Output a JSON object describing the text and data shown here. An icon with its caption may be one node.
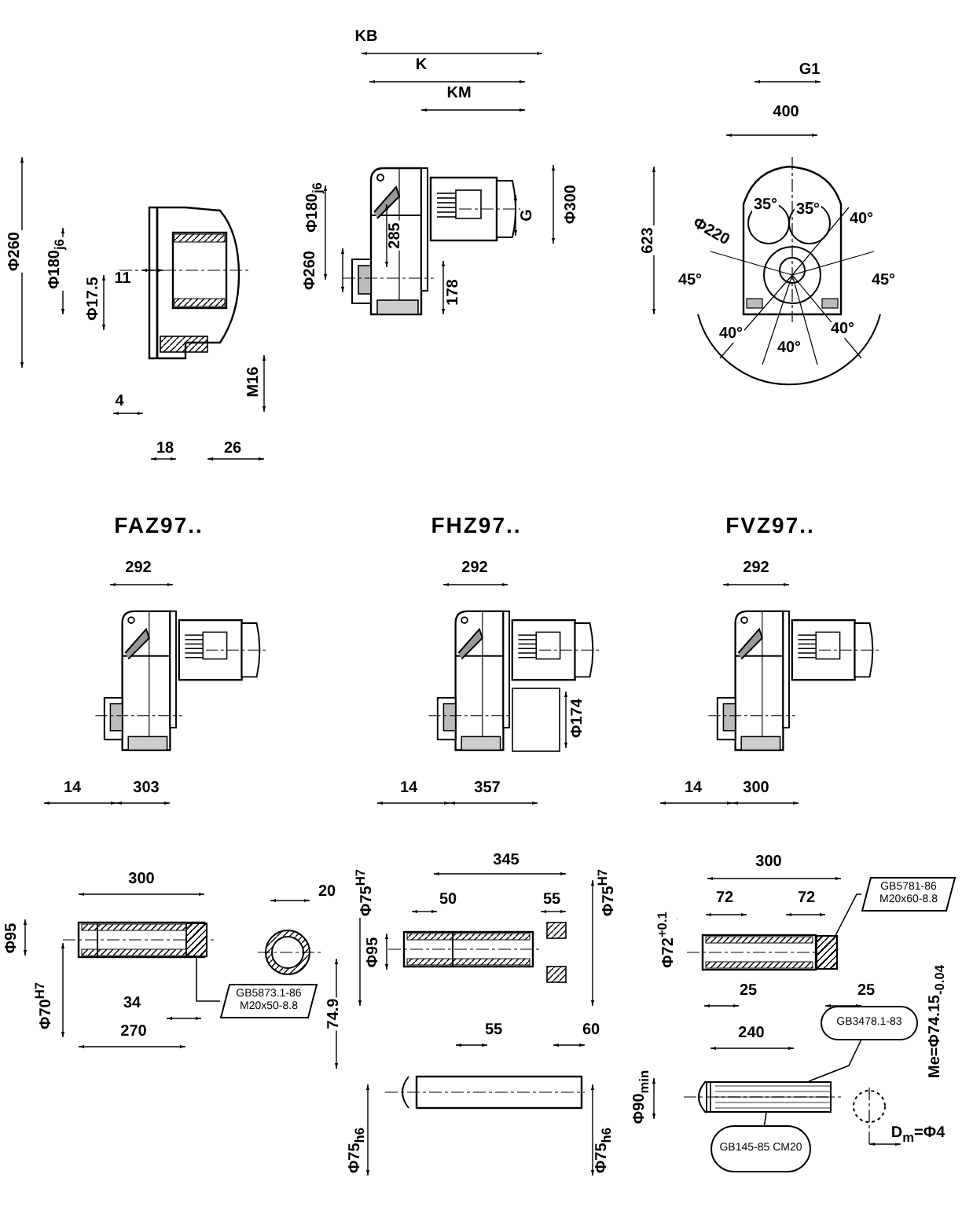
{
  "diagram": {
    "nodes": [
      {
        "text": [
          "GB5873.1-86 M20x50-8.8"
        ]
      },
      {
        "text": [
          "GB5781-86 M20x60-8.8"
        ]
      },
      {
        "text": [
          "GB3478.1-83"
        ]
      },
      {
        "text": [
          "GB145-85 CM20"
        ]
      },
      {
        "text": [],
        "shape": "box"
      },
      {
        "text": [],
        "shape": "box"
      },
      {
        "text": [],
        "shape": "box"
      }
    ],
    "edges": [
      {
        "from": 0,
        "to": 4,
        "arrow": "none"
      },
      {
        "from": 1,
        "to": 5,
        "arrow": "none"
      },
      {
        "from": 2,
        "to": 6,
        "arrow": "none"
      },
      {
        "from": 3,
        "to": 6,
        "arrow": "none"
      }
    ],
    "labels": [
      "KB",
      "K",
      "KM",
      "G1",
      "400",
      "Φ260",
      "Φ180$_{j6}$",
      "Φ17.5",
      "11",
      "Φ180$_{j6}$",
      "Φ260",
      "285",
      "G",
      "Φ300",
      "178",
      "623",
      "35°",
      "35°",
      "40°",
      "Φ220",
      "45°",
      "45°",
      "40°",
      "40°",
      "40°",
      "M16",
      "4",
      "18",
      "26",
      "FAZ97..",
      "FHZ97..",
      "FVZ97..",
      "292",
      "292",
      "292",
      "Φ174",
      "14",
      "303",
      "14",
      "357",
      "14",
      "300",
      "300",
      "20",
      "Φ95",
      "Φ70$^{H7}$",
      "34",
      "270",
      "74.9",
      "345",
      "Φ75$^{H7}$",
      "50",
      "55",
      "Φ75$^{H7}$",
      "Φ95",
      "55",
      "60",
      "Φ75$_{h6}$",
      "Φ75$_{h6}$",
      "300",
      "72",
      "72",
      "Φ72$^{+0.1}$",
      "25",
      "25",
      "240",
      "Φ90$_{min}$",
      "Me=Φ74.15$_{-0.04}$",
      "D$_{m}$=Φ4"
    ]
  }
}
